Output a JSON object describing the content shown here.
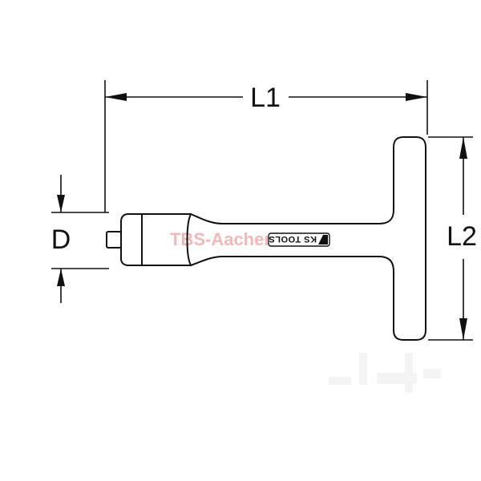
{
  "labels": {
    "length": "L1",
    "handle_width": "L2",
    "diameter": "D"
  },
  "logo": {
    "brand": "KS TOOLS"
  },
  "watermark": {
    "text": "TBS-Aachen"
  },
  "colors": {
    "line": "#111111",
    "watermark": "#f2b8b8",
    "background": "#ffffff"
  }
}
